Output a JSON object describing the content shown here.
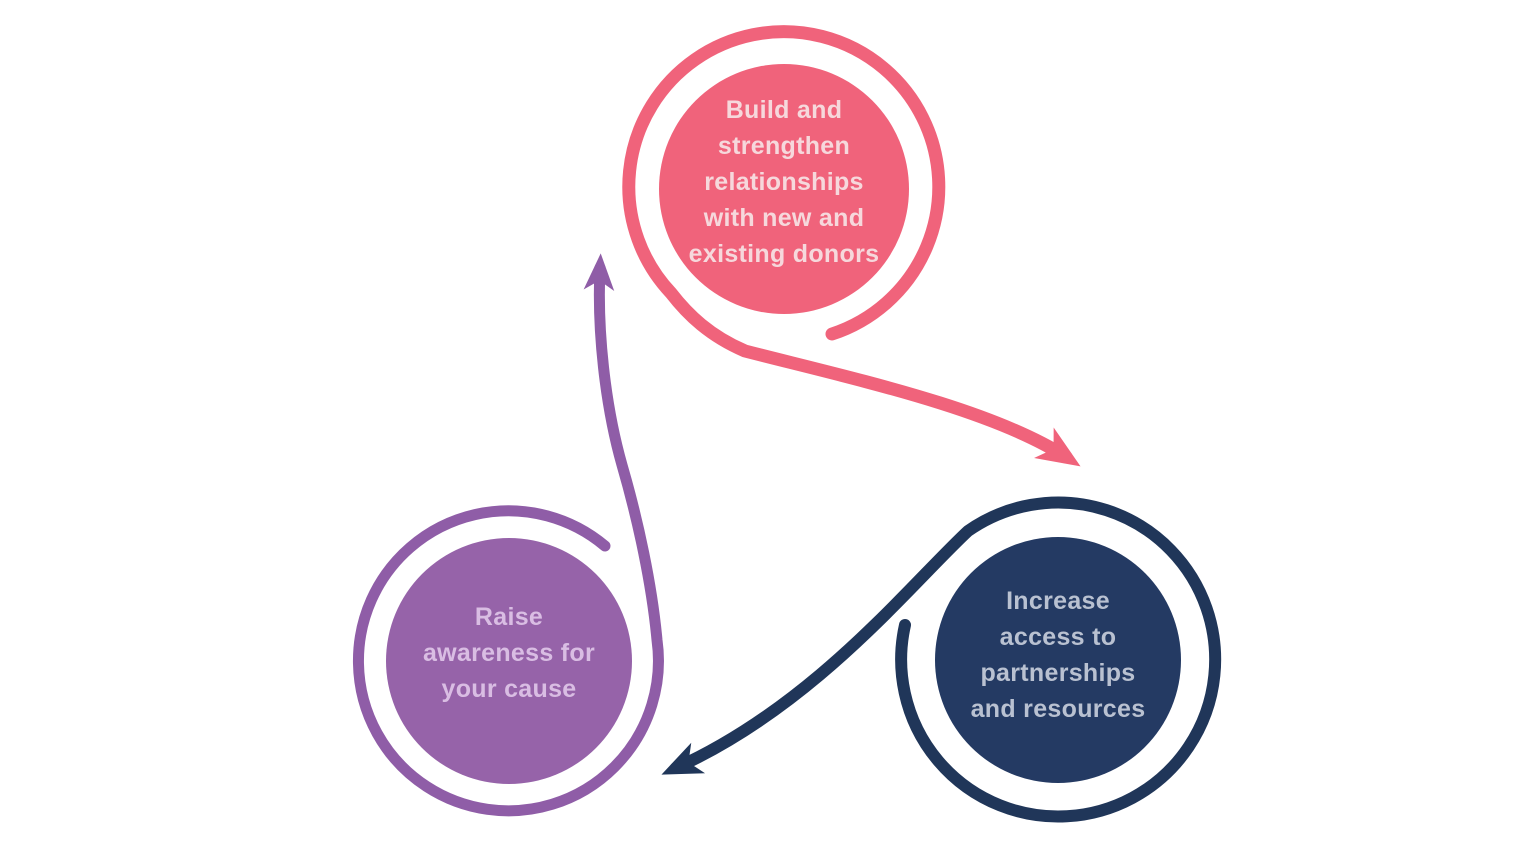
{
  "canvas": {
    "background": "#FFFFFF"
  },
  "diagram": {
    "description": "Three-step fundraising cycle diagram with spiral circles and curved arrows",
    "nodes": [
      {
        "id": "build-relationships",
        "label_lines": [
          "Build and",
          "strengthen",
          "relationships",
          "with new and",
          "existing donors"
        ],
        "fill": "#F0637B",
        "stroke": "#F0637B",
        "text_color": "#F6D8DC",
        "position": "top"
      },
      {
        "id": "raise-awareness",
        "label_lines": [
          "Raise",
          "awareness for",
          "your cause"
        ],
        "fill": "#9663A9",
        "stroke": "#8F5DA7",
        "text_color": "#D9BDE3",
        "position": "bottom-left"
      },
      {
        "id": "increase-access",
        "label_lines": [
          "Increase",
          "access to",
          "partnerships",
          "and resources"
        ],
        "fill": "#243A63",
        "stroke": "#203659",
        "text_color": "#B9C1D1",
        "position": "bottom-right"
      }
    ],
    "arrows": [
      {
        "id": "build-to-increase",
        "from": "build-relationships",
        "to": "increase-access",
        "color": "#F0637B"
      },
      {
        "id": "increase-to-raise",
        "from": "increase-access",
        "to": "raise-awareness",
        "color": "#203659"
      },
      {
        "id": "raise-to-build",
        "from": "raise-awareness",
        "to": "build-relationships",
        "color": "#8F5DA7"
      }
    ]
  }
}
